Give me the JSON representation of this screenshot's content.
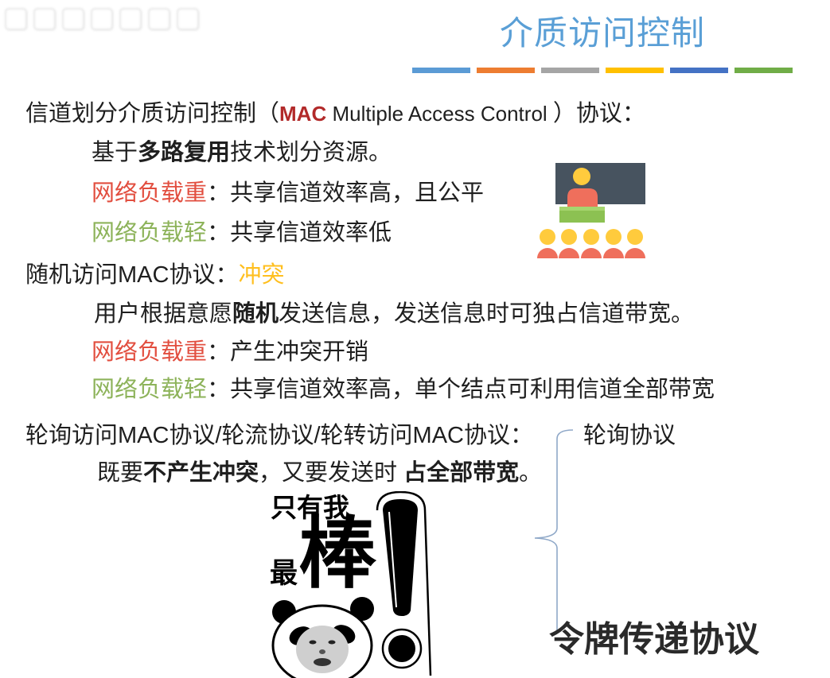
{
  "slide": {
    "title": "介质访问控制",
    "accent_bar_colors": [
      "#5B9BD5",
      "#ED7D31",
      "#A5A5A5",
      "#FFC000",
      "#4472C4",
      "#70AD47"
    ]
  },
  "colors": {
    "title": "#5A9FD6",
    "mac_highlight": "#B22A2A",
    "heavy_load": "#E24E3F",
    "light_load": "#8DB35A",
    "collision": "#FFBF1F",
    "brace": "#8FA8C8"
  },
  "channel_partition": {
    "heading_prefix": "信道划分介质访问控制（",
    "heading_mac": "MAC",
    "heading_full": " Multiple Access Control ",
    "heading_suffix": "）协议：",
    "basis_prefix": "基于",
    "basis_bold": "多路复用",
    "basis_suffix": "技术划分资源。",
    "heavy_label": "网络负载重",
    "heavy_text": "：共享信道效率高，且公平",
    "light_label": "网络负载轻",
    "light_text": "：共享信道效率低"
  },
  "random_access": {
    "heading": "随机访问MAC协议：",
    "keyword": "冲突",
    "desc_prefix": "用户根据意愿",
    "desc_bold": "随机",
    "desc_suffix": "发送信息，发送信息时可独占信道带宽。",
    "heavy_label": "网络负载重",
    "heavy_text": "：产生冲突开销",
    "light_label": "网络负载轻",
    "light_text": "：共享信道效率高，单个结点可利用信道全部带宽"
  },
  "polling_access": {
    "heading": "轮询访问MAC协议/轮流协议/轮转访问MAC协议：",
    "desc_prefix": "既要",
    "desc_bold1": "不产生冲突",
    "desc_mid": "，又要发送时 ",
    "desc_bold2": "占全部带宽",
    "desc_suffix": "。",
    "branches": [
      "轮询协议",
      "令牌传递协议"
    ]
  },
  "meme": {
    "line1": "只有我",
    "line2": "最",
    "big": "棒"
  }
}
